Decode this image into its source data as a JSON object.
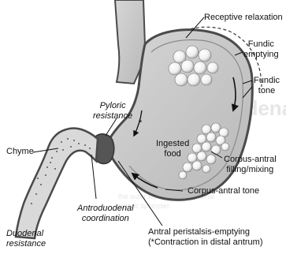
{
  "labels": {
    "receptive_relaxation": "Receptive relaxation",
    "fundic_emptying": [
      "Fundic",
      "emptying"
    ],
    "fundic_tone": [
      "Fundic",
      "tone"
    ],
    "pyloric_resistance": [
      "Pyloric",
      "resistance"
    ],
    "chyme": "Chyme",
    "ingested_food": [
      "Ingested",
      "food"
    ],
    "corpus_antral_filling": [
      "Corpus-antral",
      "filling/mixing"
    ],
    "corpus_antral_tone": "Corpus-antral tone",
    "duodenal_resistance": [
      "Duodenal",
      "resistance"
    ],
    "antroduodenal_coordination": [
      "Antroduodenal",
      "coordination"
    ],
    "antral_peristalsis": [
      "Antral peristalsis-emptying",
      "(*Contraction in distal antrum)"
    ],
    "asterisk": "*"
  },
  "background_watermark": [
    "Gastroduodenal M",
    "the outer layer of the duodenal",
    "pyloric sphincter"
  ],
  "colors": {
    "stomach_fill": "#c9c9c9",
    "wall": "#4a4a4a",
    "food_ball": "#f4f4f4",
    "duodenum_fill": "#d9d9d9",
    "chyme_dots": "#555555",
    "text": "#111111"
  }
}
